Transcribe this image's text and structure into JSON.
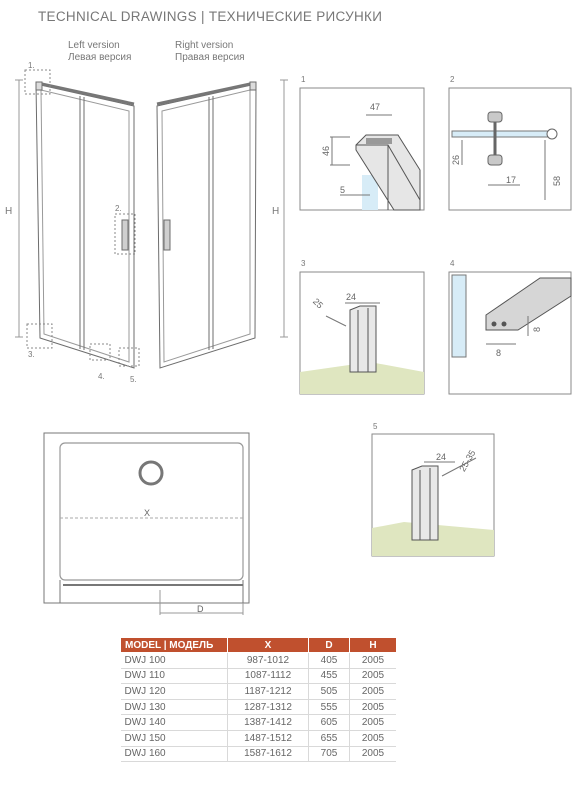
{
  "header": {
    "title": "TECHNICAL DRAWINGS  |  ТЕХНИЧЕСКИЕ РИСУНКИ"
  },
  "versions": {
    "left": {
      "en": "Left version",
      "ru": "Левая версия"
    },
    "right": {
      "en": "Right version",
      "ru": "Правая версия"
    }
  },
  "labels": {
    "h": "H",
    "x": "X",
    "d": "D",
    "callout_1": "1.",
    "callout_2": "2.",
    "callout_3": "3.",
    "callout_4": "4.",
    "callout_5": "5."
  },
  "details": [
    {
      "num": "1",
      "dims": [
        "47",
        "46",
        "5"
      ]
    },
    {
      "num": "2",
      "dims": [
        "26",
        "17",
        "58"
      ]
    },
    {
      "num": "3",
      "dims": [
        "25",
        "24"
      ]
    },
    {
      "num": "4",
      "dims": [
        "8",
        "8"
      ]
    },
    {
      "num": "5",
      "dims": [
        "24",
        "25-35"
      ]
    }
  ],
  "table": {
    "headers": [
      "MODEL | МОДЕЛЬ",
      "X",
      "D",
      "H"
    ],
    "rows": [
      [
        "DWJ 100",
        "987-1012",
        "405",
        "2005"
      ],
      [
        "DWJ 110",
        "1087-1112",
        "455",
        "2005"
      ],
      [
        "DWJ 120",
        "1187-1212",
        "505",
        "2005"
      ],
      [
        "DWJ 130",
        "1287-1312",
        "555",
        "2005"
      ],
      [
        "DWJ 140",
        "1387-1412",
        "605",
        "2005"
      ],
      [
        "DWJ 150",
        "1487-1512",
        "655",
        "2005"
      ],
      [
        "DWJ 160",
        "1587-1612",
        "705",
        "2005"
      ]
    ]
  },
  "colors": {
    "accent": "#c0502e",
    "line": "#6d6d6d",
    "floor": "#dfe6c0",
    "glass": "#d7ecf7"
  }
}
